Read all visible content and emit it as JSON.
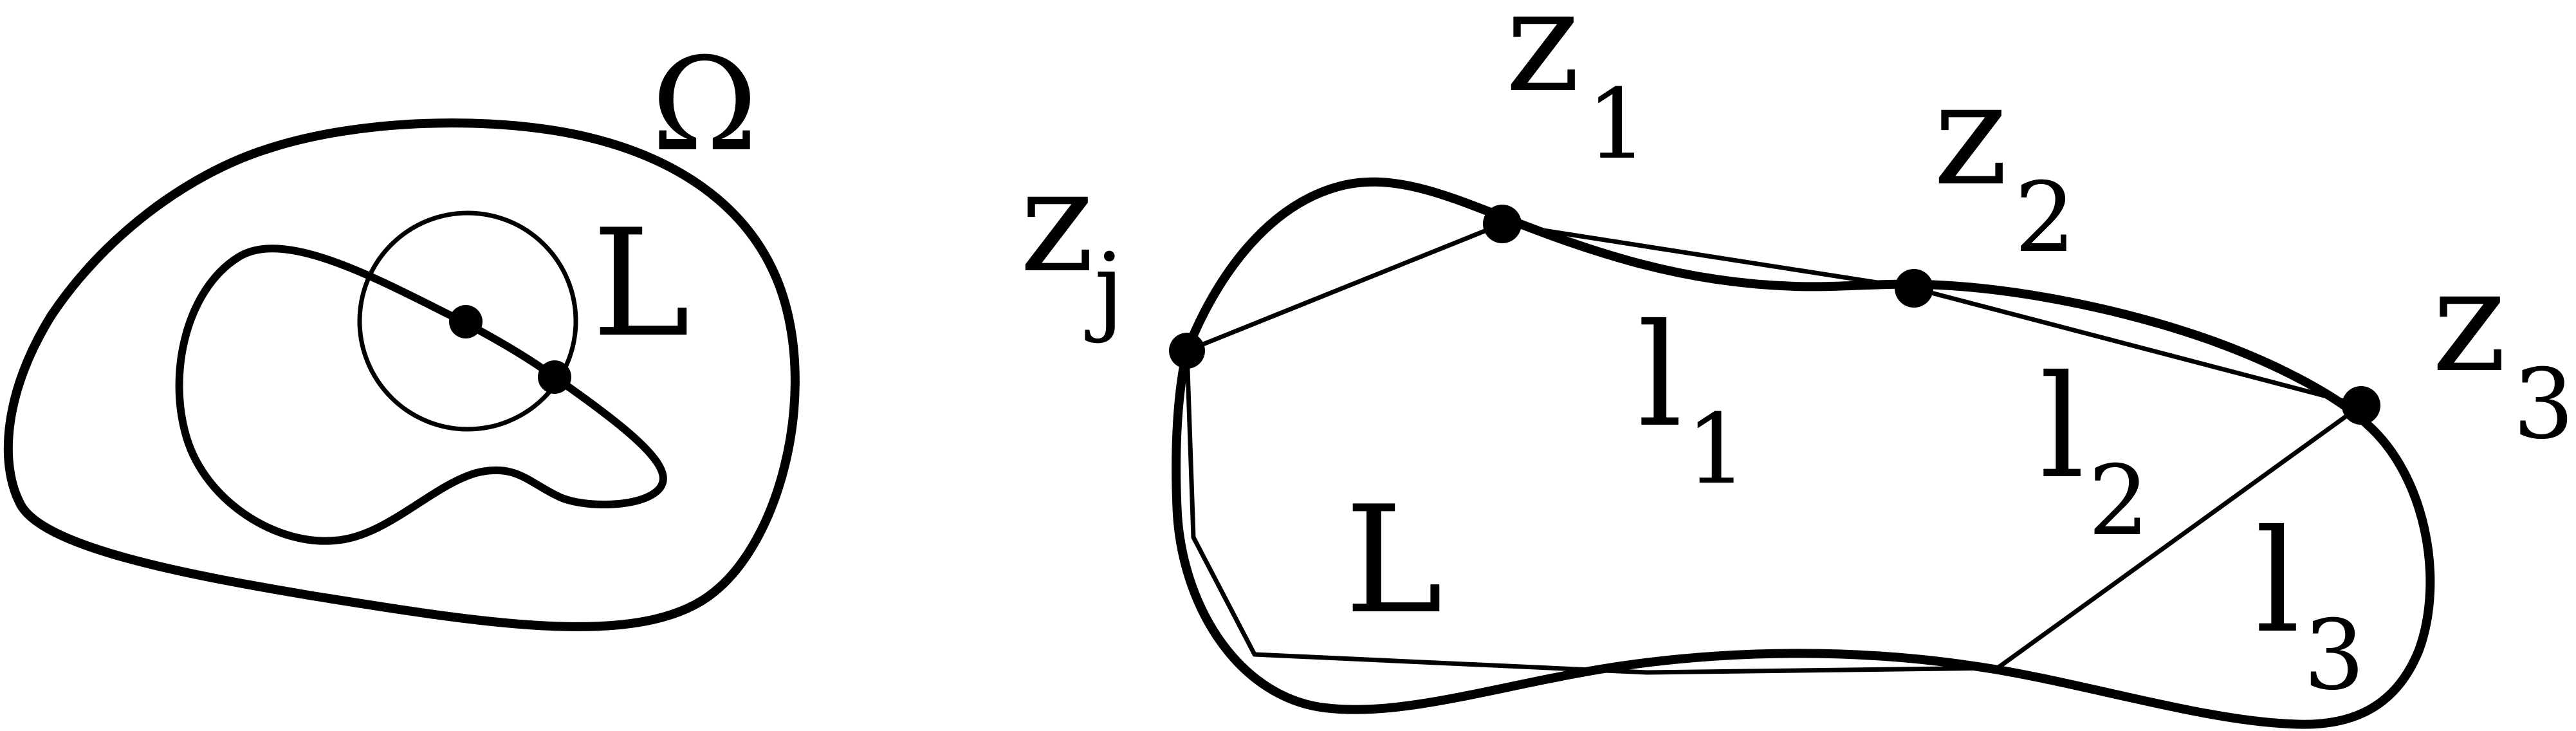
{
  "figure_left": {
    "domain_label": "Ω",
    "curve_label": "L"
  },
  "figure_right": {
    "curve_label": "L",
    "points": [
      {
        "base": "z",
        "sub": "j"
      },
      {
        "base": "z",
        "sub": "1"
      },
      {
        "base": "z",
        "sub": "2"
      },
      {
        "base": "z",
        "sub": "3"
      }
    ],
    "segments": [
      {
        "base": "l",
        "sub": "1"
      },
      {
        "base": "l",
        "sub": "2"
      },
      {
        "base": "l",
        "sub": "3"
      }
    ]
  }
}
